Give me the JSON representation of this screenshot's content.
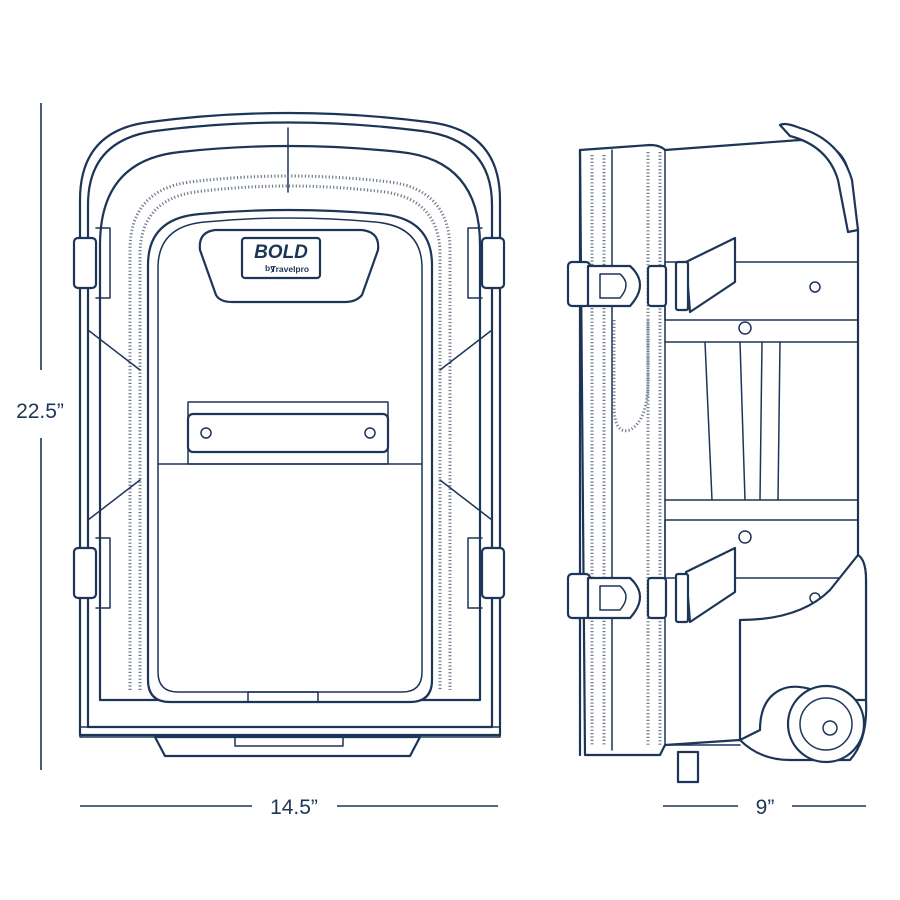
{
  "dimensions": {
    "height": "22.5”",
    "width": "14.5”",
    "depth": "9”"
  },
  "logo": {
    "brand": "BOLD",
    "by": "by",
    "maker": "Travelpro"
  },
  "colors": {
    "outline": "#1d3557",
    "zipper": "#6e7b8c",
    "background": "#ffffff"
  }
}
